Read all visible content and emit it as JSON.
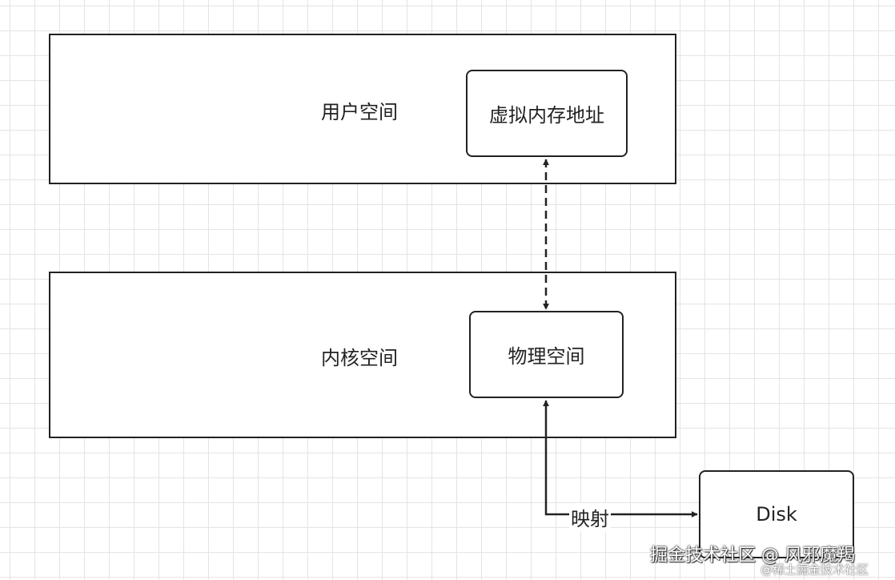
{
  "diagram": {
    "user_space": {
      "label": "用户空间"
    },
    "kernel_space": {
      "label": "内核空间"
    },
    "virtual_address": {
      "label": "虚拟内存地址"
    },
    "physical_space": {
      "label": "物理空间"
    },
    "disk": {
      "label": "Disk"
    },
    "mapping_edge": {
      "label": "映射"
    }
  },
  "watermark": {
    "main": "掘金技术社区 @ 风邪魔羯",
    "sub": "@稀土掘金技术社区"
  },
  "colors": {
    "stroke": "#222222",
    "grid": "#e4e4e4",
    "background": "#ffffff"
  }
}
